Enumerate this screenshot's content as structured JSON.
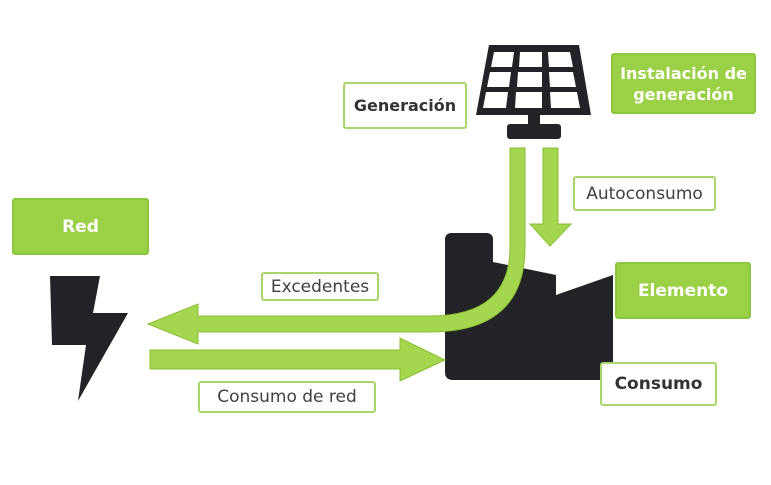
{
  "colors": {
    "accent_green": "#9bd147",
    "accent_border": "#8cc63f",
    "outline_border": "#a8d66a",
    "arrow_fill": "#a5d64f",
    "arrow_stroke": "#8bbf33",
    "icon_dark": "#222326"
  },
  "icons": {
    "solar_panel": "solar-panel-icon",
    "factory": "factory-icon",
    "lightning": "lightning-bolt-icon"
  },
  "labels": {
    "generacion": "Generación",
    "instalacion": "Instalación de generación",
    "autoconsumo": "Autoconsumo",
    "red": "Red",
    "elemento": "Elemento",
    "excedentes": "Excedentes",
    "consumo": "Consumo",
    "consumo_red": "Consumo de red"
  }
}
